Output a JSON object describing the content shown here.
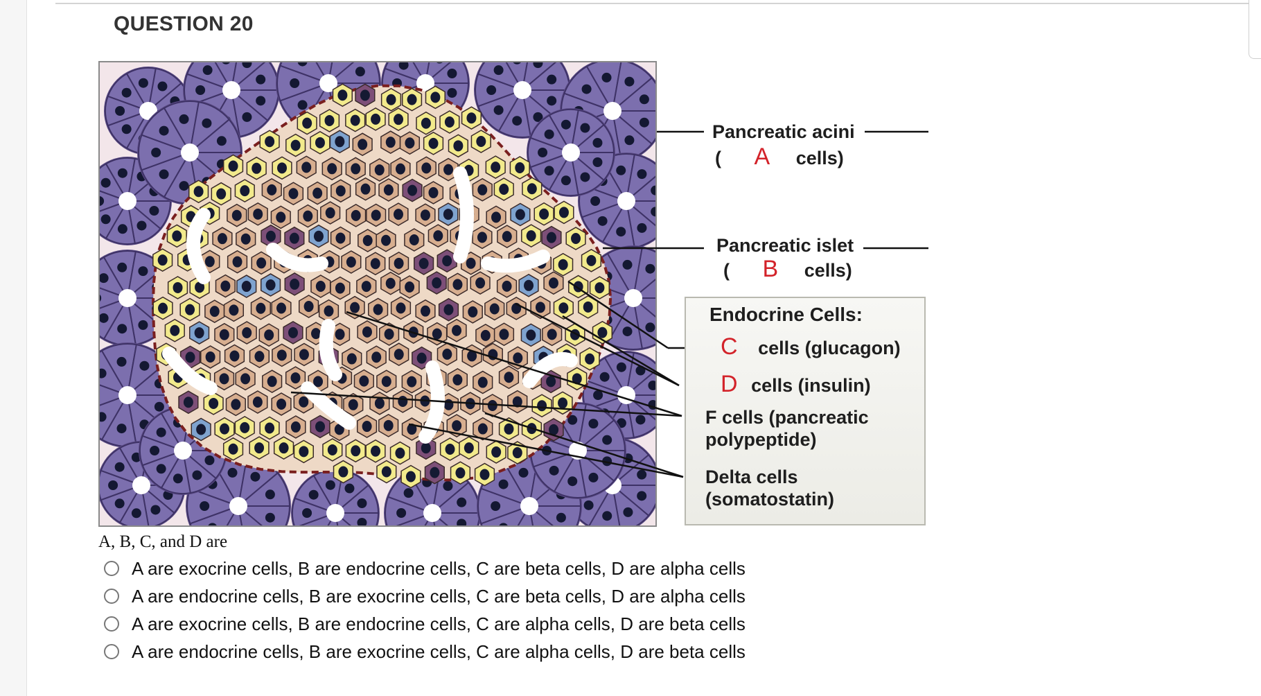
{
  "question": {
    "heading": "QUESTION 20",
    "stem": "A, B, C, and D are"
  },
  "figure": {
    "acini_label": "Pancreatic acini",
    "acini_paren_open": "(",
    "acini_letter": "A",
    "acini_paren_close": "cells)",
    "islet_label": "Pancreatic islet",
    "islet_paren_open": "(",
    "islet_letter": "B",
    "islet_paren_close": "cells)",
    "endocrine_title": "Endocrine Cells:",
    "c_letter": "C",
    "c_text": "cells (glucagon)",
    "d_letter": "D",
    "d_text": "cells (insulin)",
    "f_line1": "F cells (pancreatic",
    "f_line2": "polypeptide)",
    "delta_line1": "Delta cells",
    "delta_line2": "(somatostatin)"
  },
  "options": [
    {
      "label": "A are exocrine cells, B are endocrine cells, C are beta cells, D are alpha cells"
    },
    {
      "label": "A are endocrine cells, B are exocrine cells, C are beta cells, D are alpha cells"
    },
    {
      "label": "A are exocrine cells, B are endocrine cells, C are alpha cells, D are beta cells"
    },
    {
      "label": "A are endocrine cells, B are exocrine cells, C are alpha cells, D are beta cells"
    }
  ],
  "colors": {
    "letter_red": "#d3232a",
    "acinar_purple": "#7c6fae",
    "alpha_yellow": "#f2ea8c",
    "beta_tan": "#d7ae8f",
    "delta_purple": "#7d4f78",
    "f_blue": "#7fa3cf"
  }
}
